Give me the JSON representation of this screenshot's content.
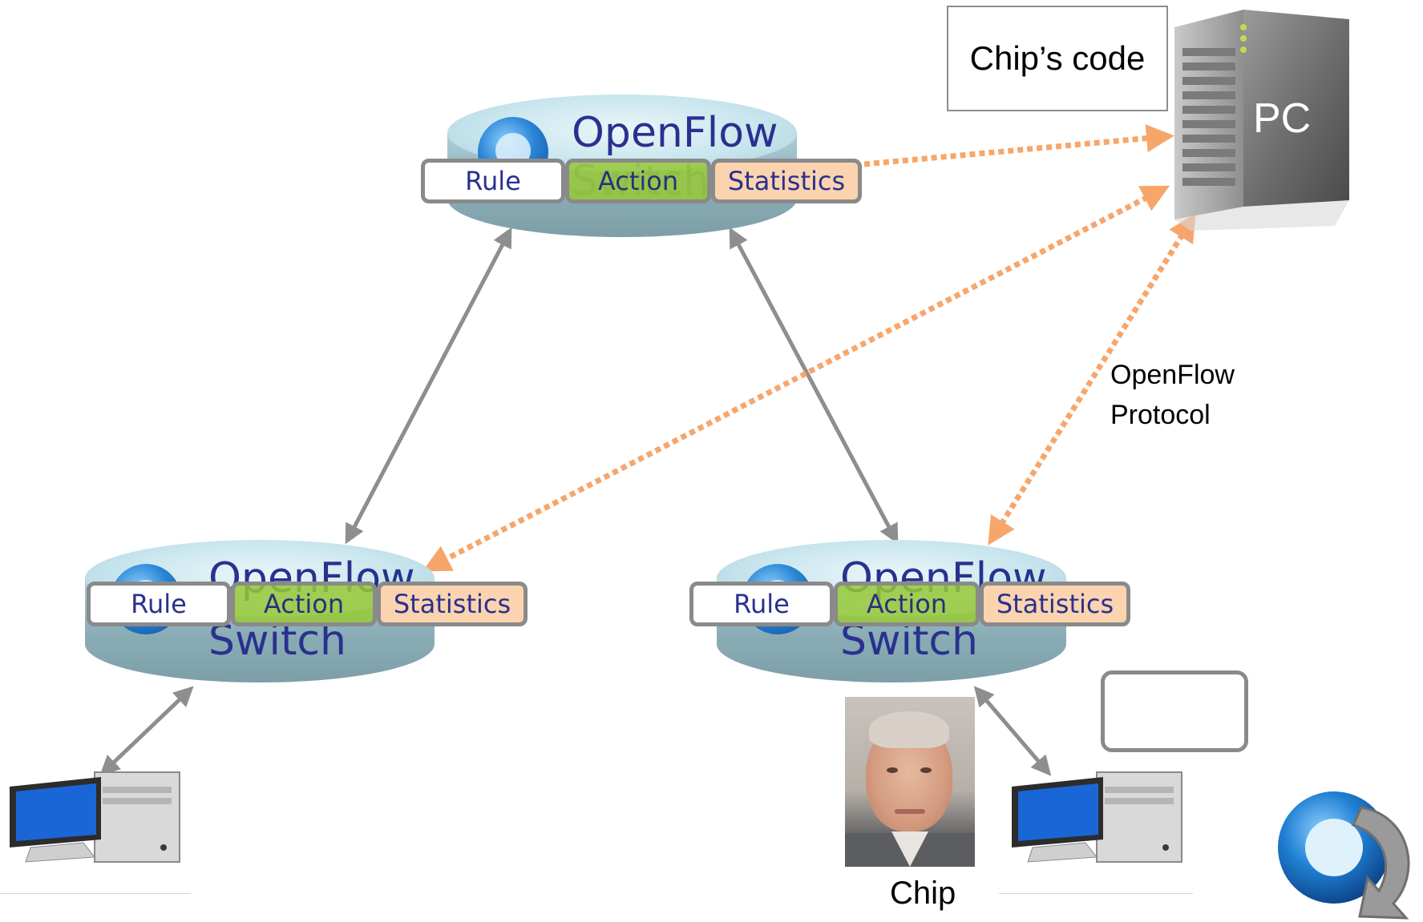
{
  "switch": {
    "title_line1": "OpenFlow",
    "title_line2": "Switch"
  },
  "flow_table": {
    "rule": "Rule",
    "action": "Action",
    "statistics": "Statistics"
  },
  "controller": {
    "pc_label": "PC",
    "code_label": "Chip’s code"
  },
  "protocol_label": {
    "line1": "OpenFlow",
    "line2": "Protocol"
  },
  "person": {
    "name": "Chip"
  },
  "colors": {
    "control_link": "#f7a66b",
    "data_link": "#8e8e8e",
    "action_cell": "#97c936",
    "stats_cell": "#fbd3ae",
    "switch_text": "#29318f"
  },
  "icons": [
    "openflow-logo-icon",
    "server-tower-icon",
    "desktop-computer-icon",
    "person-photo"
  ]
}
